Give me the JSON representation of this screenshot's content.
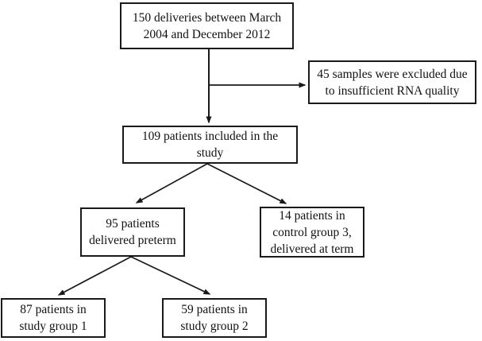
{
  "figure": {
    "type": "flowchart",
    "background": "#ffffff",
    "line_color": "#1a1a1a",
    "text_color": "#111111"
  },
  "nodes": {
    "deliveries": {
      "label": "150 deliveries between March\n2004 and December 2012"
    },
    "excluded": {
      "label": "45 samples were excluded due\nto insufficient RNA quality"
    },
    "included": {
      "label": "109 patients included in the\nstudy"
    },
    "preterm": {
      "label": "95 patients\ndelivered preterm"
    },
    "control": {
      "label": "14 patients in\ncontrol group 3,\ndelivered at term"
    },
    "group1": {
      "label": "87 patients in\nstudy group 1"
    },
    "group2": {
      "label": "59 patients in\nstudy group 2"
    }
  },
  "edges": [
    {
      "from": "deliveries",
      "to": "included"
    },
    {
      "from": "deliveries",
      "to": "excluded"
    },
    {
      "from": "included",
      "to": "preterm"
    },
    {
      "from": "included",
      "to": "control"
    },
    {
      "from": "preterm",
      "to": "group1"
    },
    {
      "from": "preterm",
      "to": "group2"
    }
  ]
}
